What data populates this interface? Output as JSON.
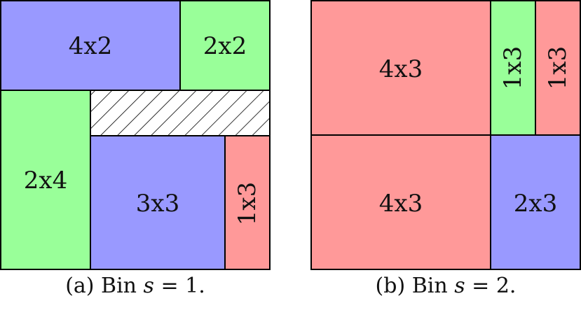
{
  "colors": {
    "blue": "#9999ff",
    "green": "#99ff99",
    "red": "#ff9999",
    "stroke": "#000000"
  },
  "bins": [
    {
      "caption": {
        "prefix": "(a) Bin ",
        "var": "s",
        "suffix": " = 1."
      },
      "blocks": [
        {
          "label": "4x2",
          "color": "blue"
        },
        {
          "label": "2x2",
          "color": "green"
        },
        {
          "label": "2x4",
          "color": "green"
        },
        {
          "label": "3x3",
          "color": "blue"
        },
        {
          "label": "1x3",
          "color": "red"
        }
      ]
    },
    {
      "caption": {
        "prefix": "(b) Bin ",
        "var": "s",
        "suffix": " = 2."
      },
      "blocks": [
        {
          "label": "4x3",
          "color": "red"
        },
        {
          "label": "1x3",
          "color": "green"
        },
        {
          "label": "1x3",
          "color": "red"
        },
        {
          "label": "4x3",
          "color": "red"
        },
        {
          "label": "2x3",
          "color": "blue"
        }
      ]
    }
  ]
}
